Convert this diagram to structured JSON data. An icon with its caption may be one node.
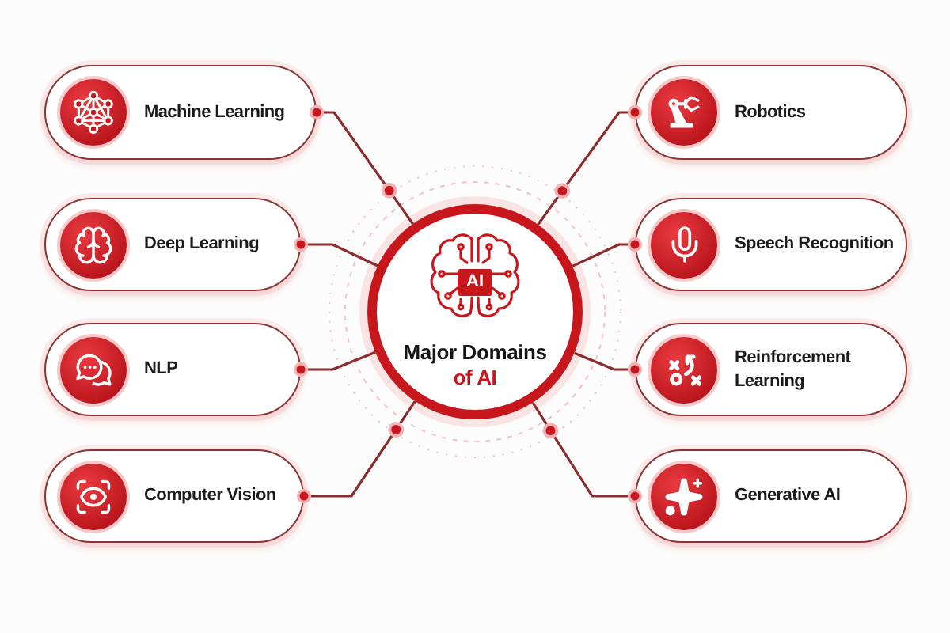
{
  "diagram": {
    "nodes": [
      {
        "text": [
          "AI",
          "Major Domains",
          "of AI"
        ]
      },
      {
        "text": [
          "Machine Learning"
        ]
      },
      {
        "text": [
          "Deep Learning"
        ]
      },
      {
        "text": [
          "NLP"
        ]
      },
      {
        "text": [
          "Computer Vision"
        ]
      },
      {
        "text": [
          "Robotics"
        ]
      },
      {
        "text": [
          "Speech Recognition"
        ]
      },
      {
        "text": [
          "Reinforcement Learning"
        ]
      },
      {
        "text": [
          "Generative AI"
        ]
      }
    ],
    "edges": [
      {
        "from": 0,
        "to": 1,
        "arrow": "other"
      },
      {
        "from": 0,
        "to": 2,
        "arrow": "other"
      },
      {
        "from": 0,
        "to": 3,
        "arrow": "other"
      },
      {
        "from": 0,
        "to": 4,
        "arrow": "other"
      },
      {
        "from": 0,
        "to": 5,
        "arrow": "other"
      },
      {
        "from": 0,
        "to": 6,
        "arrow": "other"
      },
      {
        "from": 0,
        "to": 7,
        "arrow": "other"
      },
      {
        "from": 0,
        "to": 8,
        "arrow": "other"
      }
    ]
  }
}
